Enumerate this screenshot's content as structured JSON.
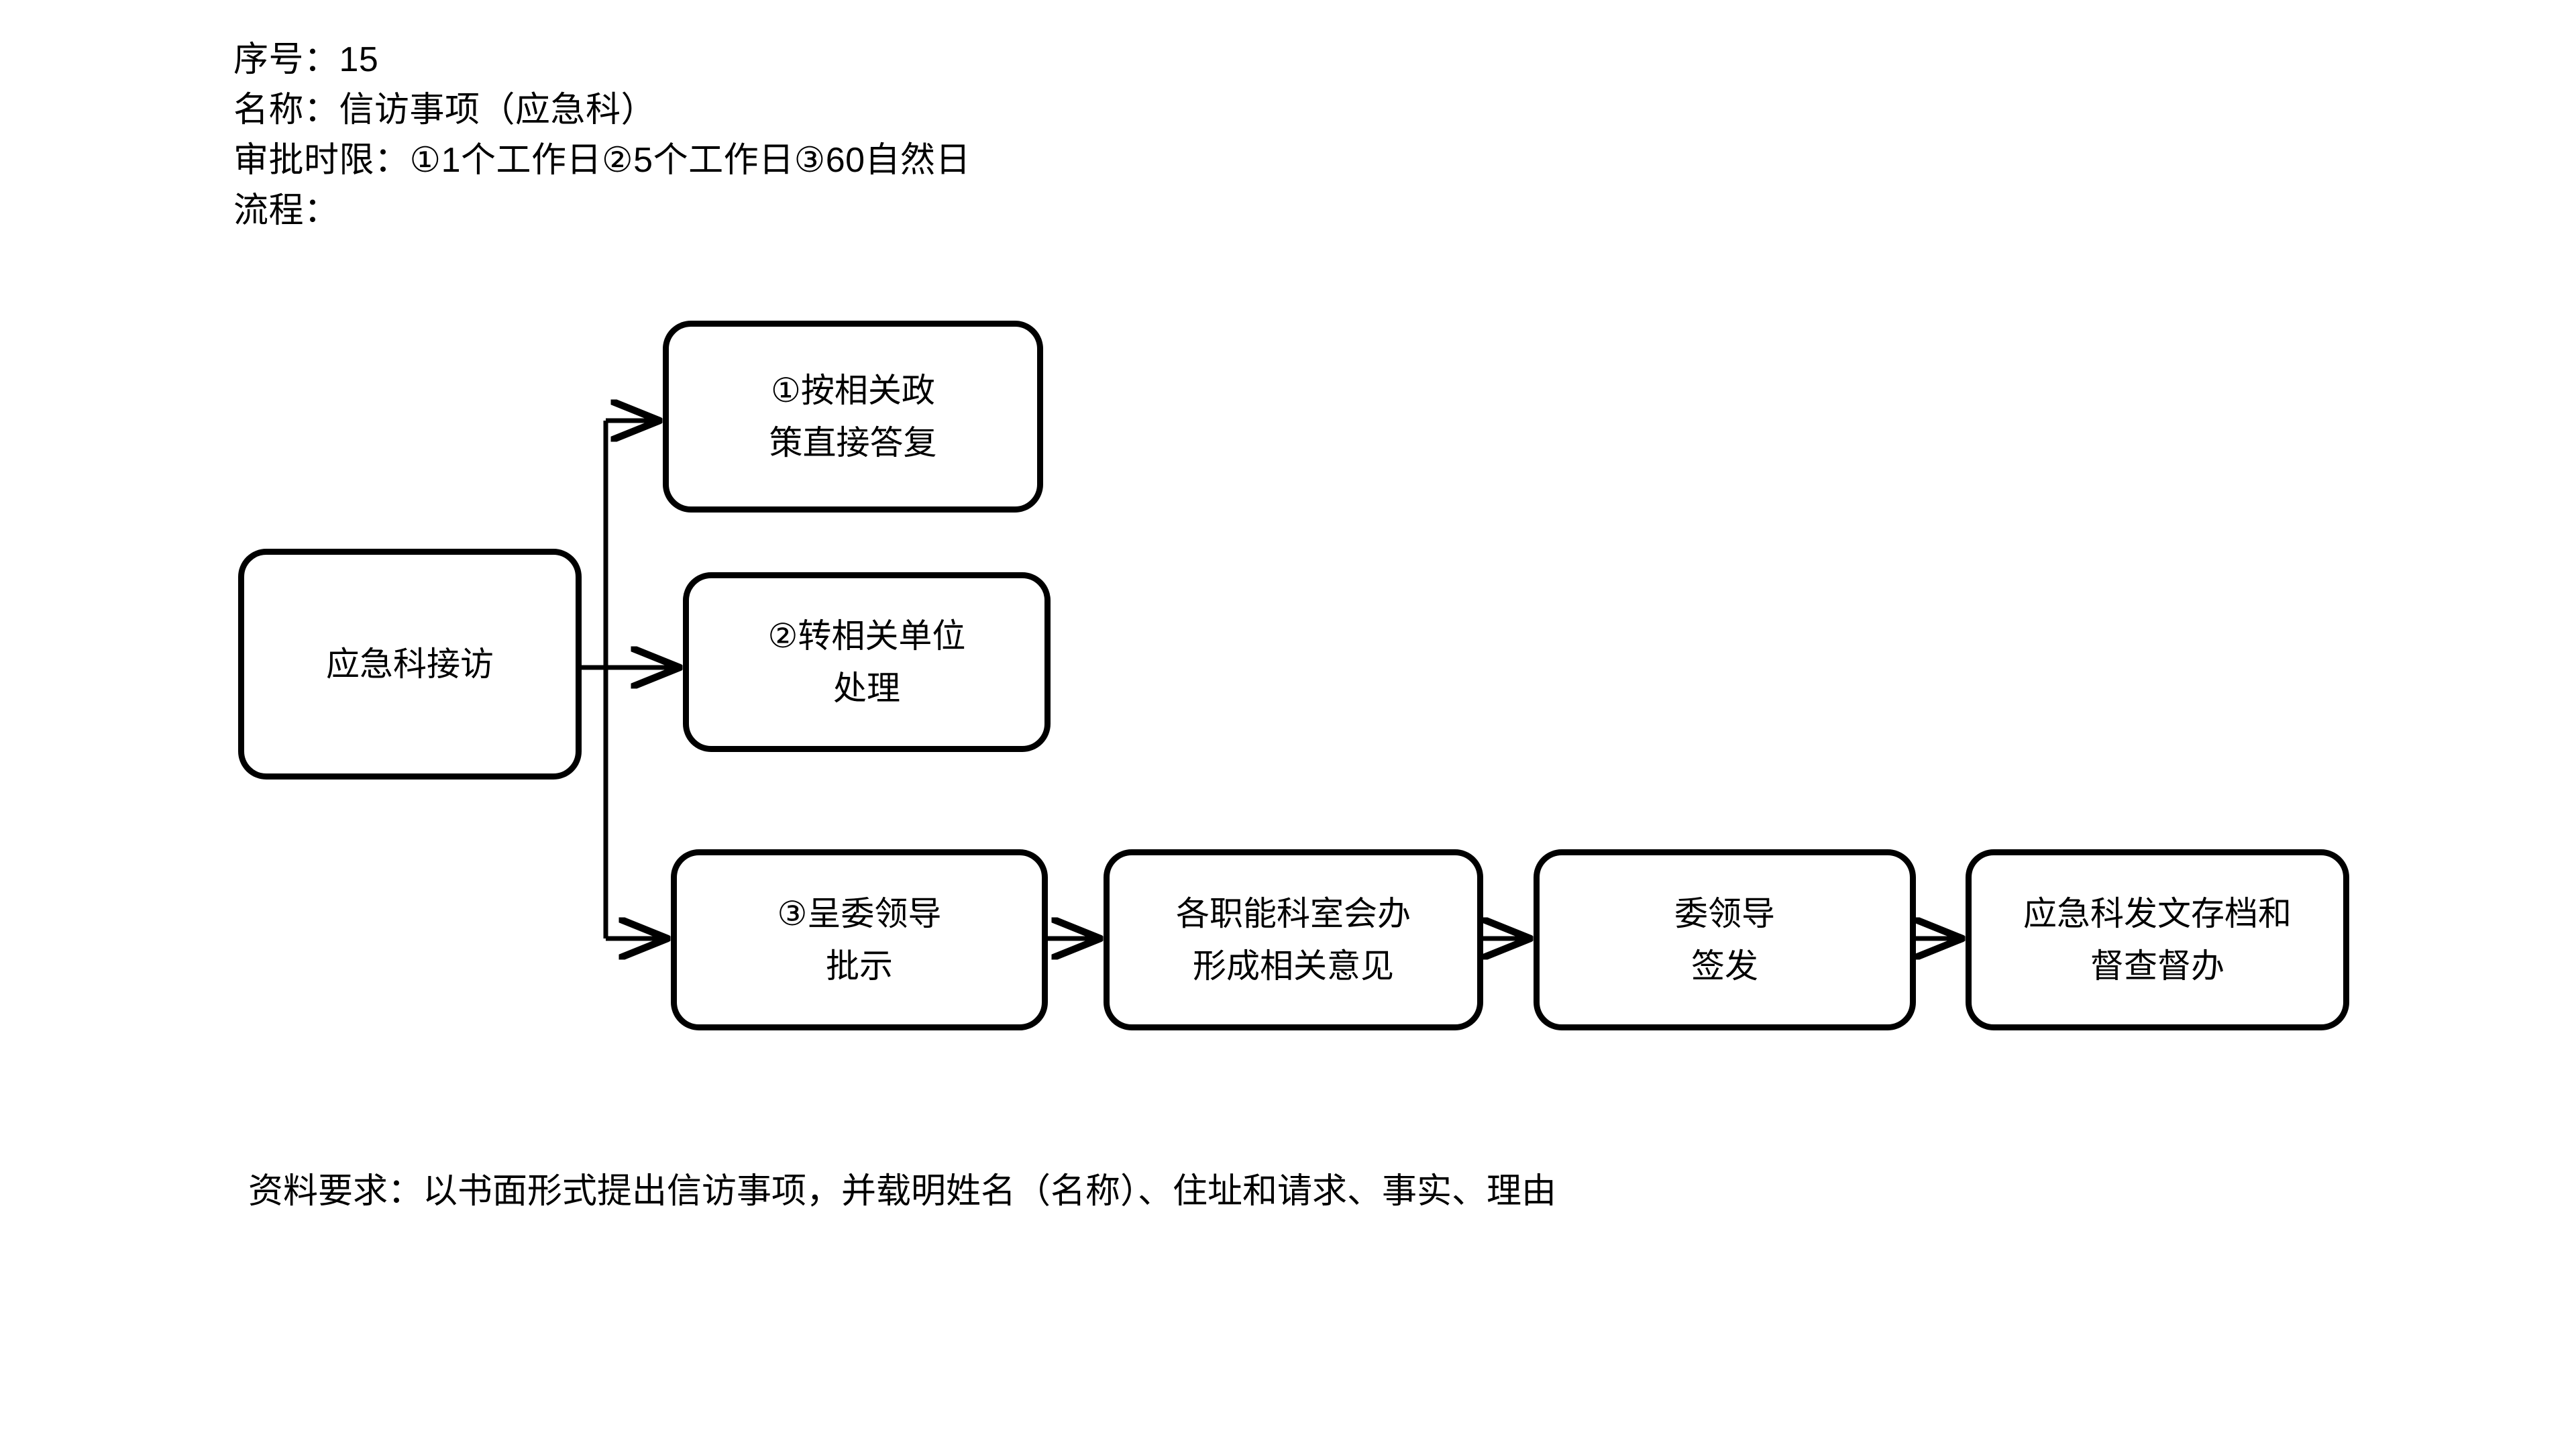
{
  "header": {
    "lines": [
      "序号：15",
      "名称：信访事项（应急科）",
      "审批时限：①1个工作日②5个工作日③60自然日",
      "流程："
    ],
    "serial_label": "序号：",
    "serial_value": "15",
    "name_label": "名称：",
    "name_value": "信访事项（应急科）",
    "deadline_label": "审批时限：",
    "deadline_value": "①1个工作日②5个工作日③60自然日",
    "process_label": "流程："
  },
  "flow": {
    "source": {
      "lines": [
        "应急科接访"
      ]
    },
    "branch_1": {
      "lines": [
        "①按相关政",
        "策直接答复"
      ]
    },
    "branch_2": {
      "lines": [
        "②转相关单位",
        "处理"
      ]
    },
    "branch_3": {
      "lines": [
        "③呈委领导",
        "批示"
      ]
    },
    "joint": {
      "lines": [
        "各职能科室会办",
        "形成相关意见"
      ]
    },
    "sign": {
      "lines": [
        "委领导",
        "签发"
      ]
    },
    "archive": {
      "lines": [
        "应急科发文存档和",
        "督查督办"
      ]
    }
  },
  "footer": {
    "text": "资料要求：以书面形式提出信访事项，并载明姓名（名称）、住址和请求、事实、理由"
  },
  "style": {
    "stroke_color": "#000000",
    "background_color": "#ffffff",
    "text_color": "#000000"
  }
}
